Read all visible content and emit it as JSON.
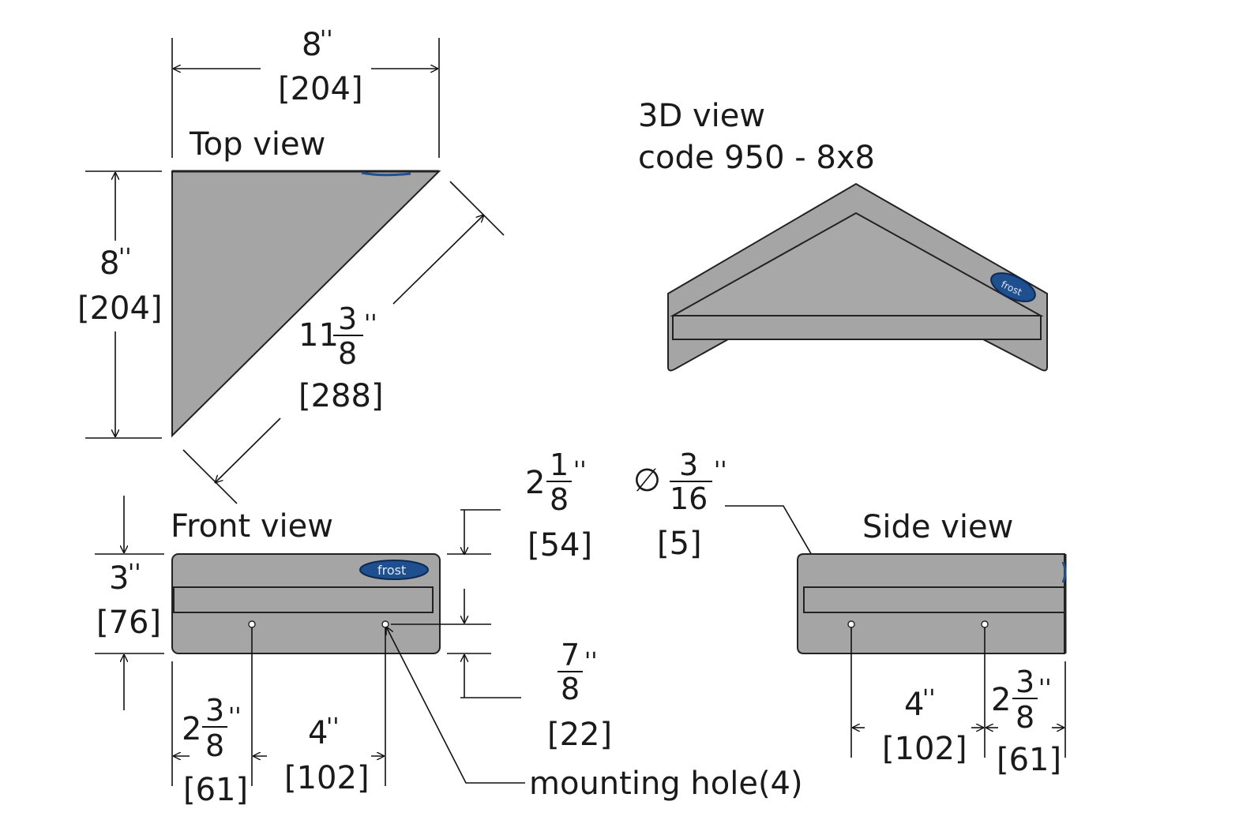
{
  "views": {
    "top": "Top view",
    "iso_line1": "3D view",
    "iso_line2": "code 950 - 8x8",
    "front": "Front view",
    "side": "Side view"
  },
  "logo_text": "frost",
  "colors": {
    "steel": "#a5a5a5",
    "steel_dark": "#8f8f8f",
    "logo": "#1f4f8f",
    "line": "#111111"
  },
  "dimensions": {
    "top_width": {
      "imperial": "8",
      "unit": "''",
      "metric": "[204]"
    },
    "top_depth": {
      "imperial": "8",
      "unit": "''",
      "metric": "[204]"
    },
    "diagonal": {
      "whole": "11",
      "num": "3",
      "den": "8",
      "unit": "''",
      "metric": "[288]"
    },
    "front_height": {
      "imperial": "3",
      "unit": "''",
      "metric": "[76]"
    },
    "hole_height": {
      "whole": "2",
      "num": "1",
      "den": "8",
      "unit": "''",
      "metric": "[54]"
    },
    "hole_diameter": {
      "symbol": "∅",
      "num": "3",
      "den": "16",
      "unit": "''",
      "metric": "[5]"
    },
    "hole_from_bottom": {
      "num": "7",
      "den": "8",
      "unit": "''",
      "metric": "[22]"
    },
    "front_edge_offset": {
      "whole": "2",
      "num": "3",
      "den": "8",
      "unit": "''",
      "metric": "[61]"
    },
    "front_spacing": {
      "imperial": "4",
      "unit": "''",
      "metric": "[102]"
    },
    "side_spacing": {
      "imperial": "4",
      "unit": "''",
      "metric": "[102]"
    },
    "side_edge_offset": {
      "whole": "2",
      "num": "3",
      "den": "8",
      "unit": "''",
      "metric": "[61]"
    },
    "mounting_hole": "mounting hole(4)"
  }
}
